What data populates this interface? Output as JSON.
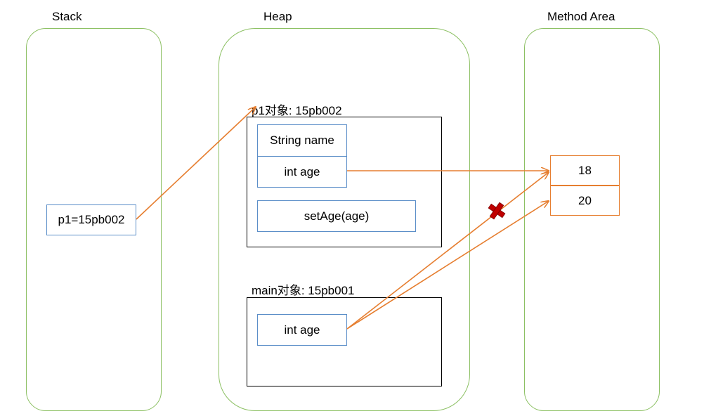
{
  "sections": {
    "stack_title": "Stack",
    "heap_title": "Heap",
    "method_area_title": "Method Area"
  },
  "stack": {
    "var_p1": "p1=15pb002"
  },
  "heap": {
    "p1_object": {
      "label": "p1对象: 15pb002",
      "field_name": "String name",
      "field_age": "int age",
      "method": "setAge(age)"
    },
    "main_object": {
      "label": "main对象: 15pb001",
      "field_age": "int age"
    }
  },
  "method_area": {
    "values": [
      "18",
      "20"
    ]
  },
  "colors": {
    "region_border": "#8cc063",
    "field_border": "#5b8ec8",
    "arrow": "#e67e30",
    "cross": "#c00000"
  }
}
